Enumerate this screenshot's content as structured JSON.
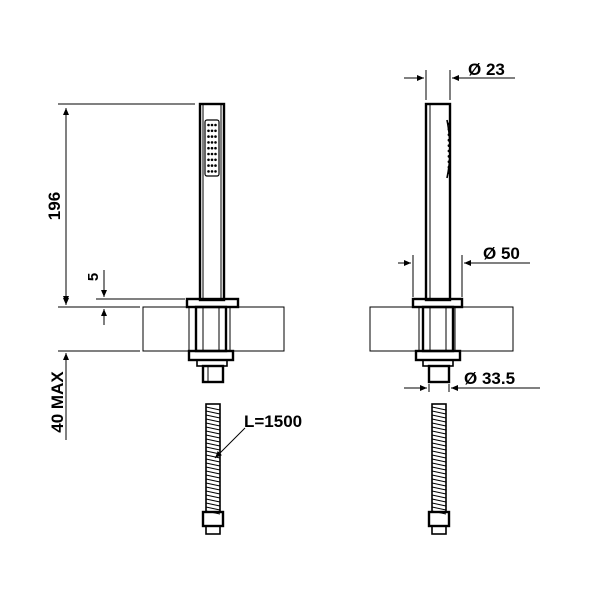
{
  "dimensions": {
    "height_196": "196",
    "height_5": "5",
    "max_40": "40 MAX",
    "hose_length": "L=1500",
    "diameter_23": "Ø 23",
    "diameter_50": "Ø 50",
    "diameter_33_5": "Ø 33.5"
  },
  "colors": {
    "line": "#000000",
    "background": "#ffffff",
    "hatch": "#000000"
  }
}
